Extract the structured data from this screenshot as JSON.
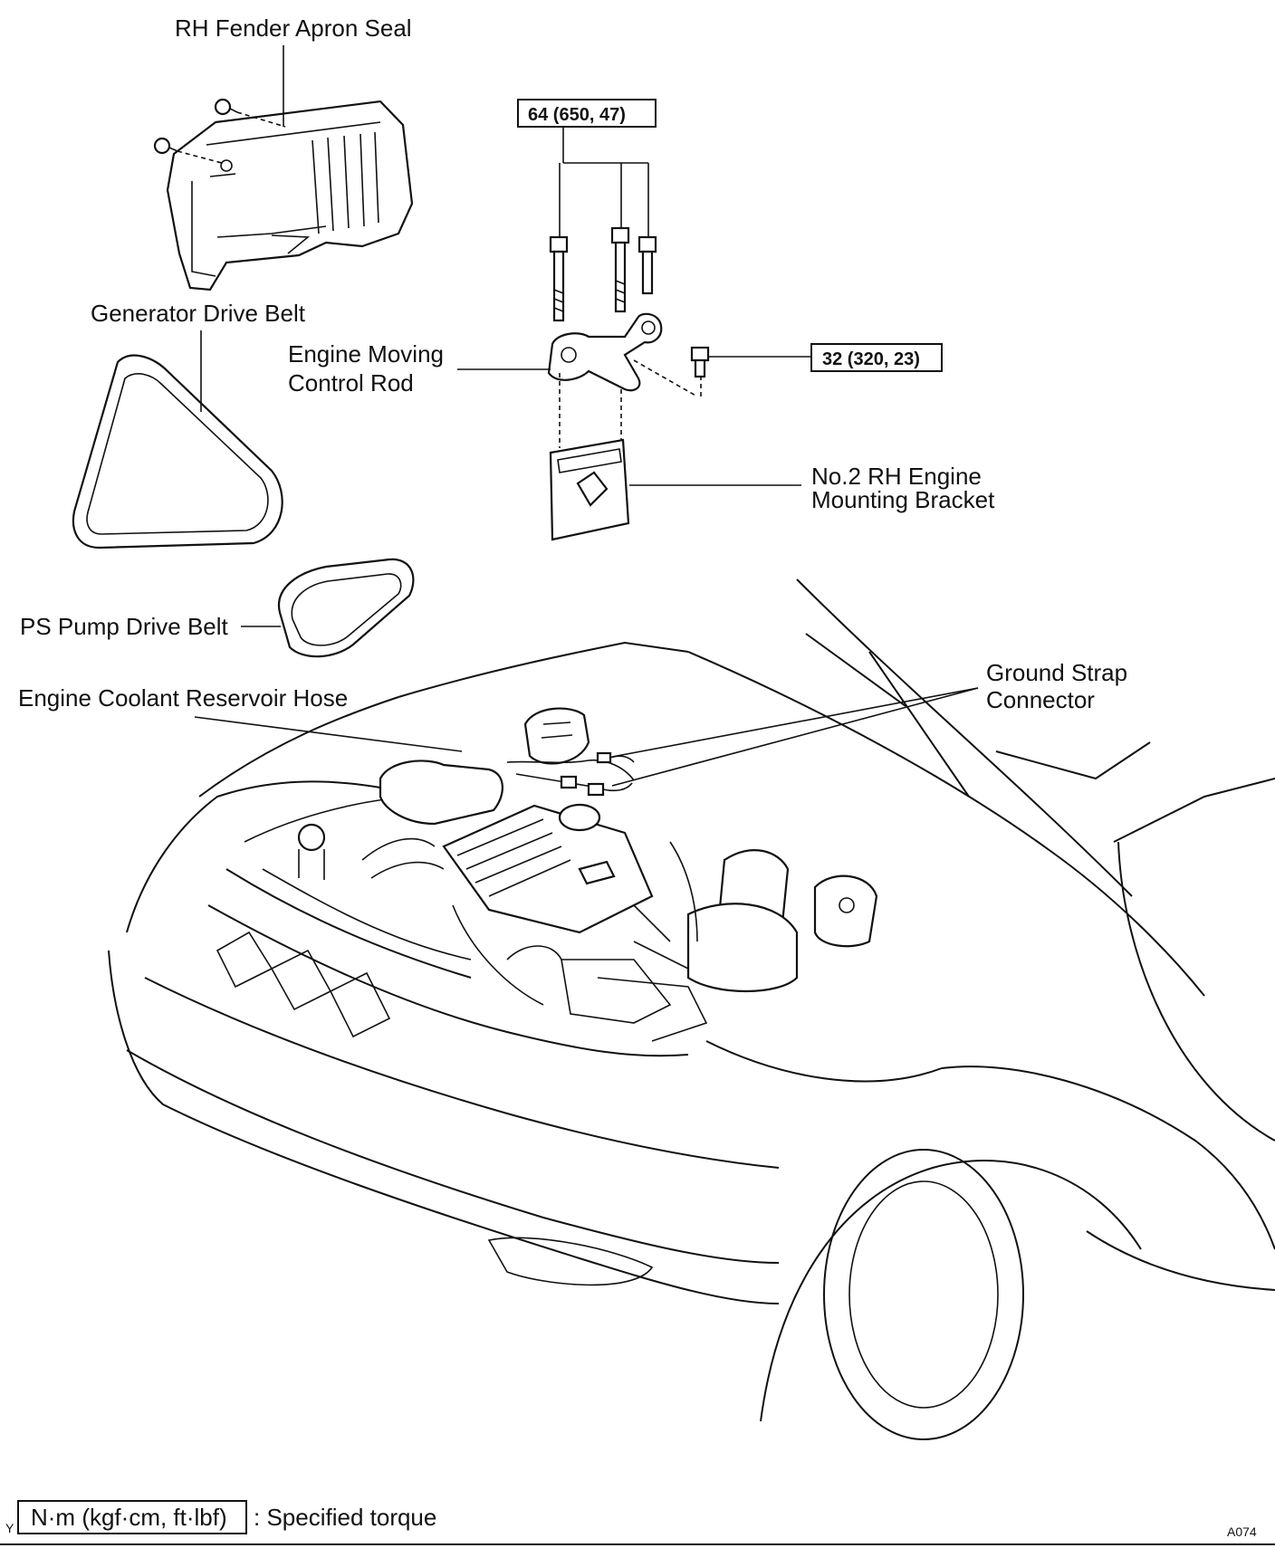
{
  "labels": {
    "rh_fender_apron_seal": "RH Fender Apron Seal",
    "generator_drive_belt": "Generator Drive Belt",
    "engine_moving_control_rod_1": "Engine Moving",
    "engine_moving_control_rod_2": "Control Rod",
    "no2_rh_engine_mounting_bracket_1": "No.2 RH Engine",
    "no2_rh_engine_mounting_bracket_2": "Mounting Bracket",
    "ps_pump_drive_belt": "PS Pump Drive Belt",
    "engine_coolant_reservoir_hose": "Engine Coolant Reservoir Hose",
    "ground_strap_connector_1": "Ground Strap",
    "ground_strap_connector_2": "Connector"
  },
  "torques": {
    "control_rod_bolts": "64 (650, 47)",
    "bracket_bolt": "32 (320, 23)"
  },
  "legend": {
    "unit_box": "N·m (kgf·cm, ft·lbf)",
    "description": ": Specified torque",
    "corner_mark": "Y",
    "figure_code": "A074"
  }
}
